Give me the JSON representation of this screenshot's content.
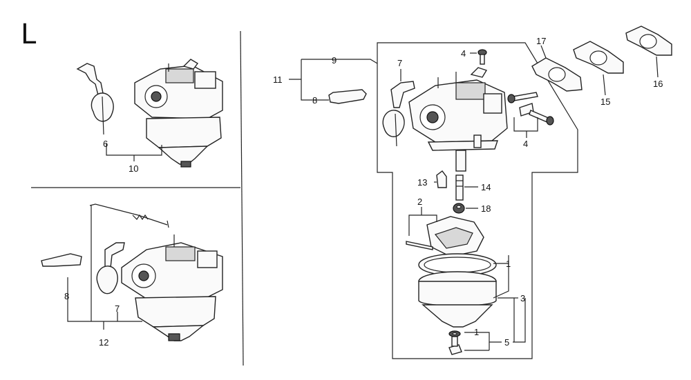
{
  "section_letter": "L",
  "callouts": {
    "c1a": "1",
    "c1b": "1",
    "c2": "2",
    "c3": "3",
    "c4a": "4",
    "c4b": "4",
    "c5": "5",
    "c6": "6",
    "c7a": "7",
    "c7b": "7",
    "c8a": "8",
    "c8b": "8",
    "c9": "9",
    "c10": "10",
    "c11": "11",
    "c12": "12",
    "c13": "13",
    "c14": "14",
    "c15": "15",
    "c16": "16",
    "c17": "17",
    "c18": "18"
  }
}
